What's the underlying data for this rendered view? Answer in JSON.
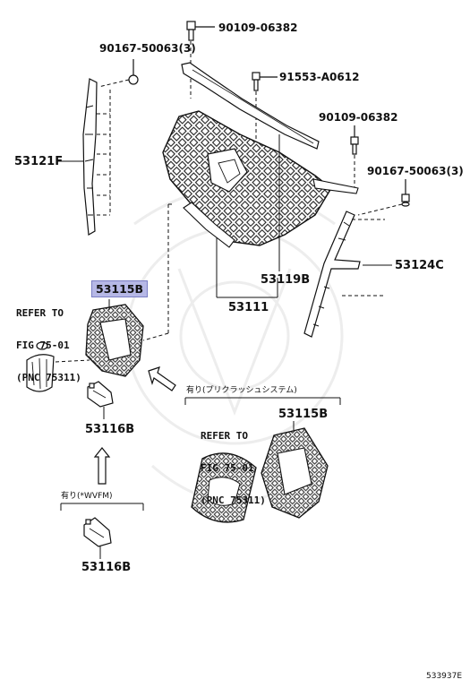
{
  "parts": {
    "bolt_top": "90109-06382",
    "clip_left": "90167-50063(3)",
    "clip_mid": "91553-A0612",
    "bolt_right": "90109-06382",
    "clip_right": "90167-50063(3)",
    "molding_left": "53121F",
    "molding_right": "53124C",
    "emblem_base": "53119B",
    "radiator_grille": "53111",
    "grille_sub": "53115B",
    "grille_sub_2": "53115B",
    "bracket_upper": "53116B",
    "bracket_lower": "53116B"
  },
  "refer_left": {
    "line1": "REFER TO",
    "line2": "FIG 75-01",
    "line3": "(PNC 75311)"
  },
  "refer_right": {
    "line1": "REFER TO",
    "line2": "FIG 75-01",
    "line3": "(PNC 75311)"
  },
  "notes": {
    "precrash": "有り(プリクラッシュシステム)",
    "wvfm": "有り(*WVFM)"
  },
  "diagram_code": "533937E",
  "colors": {
    "ink": "#111111",
    "highlight": "#b6b8e6"
  }
}
